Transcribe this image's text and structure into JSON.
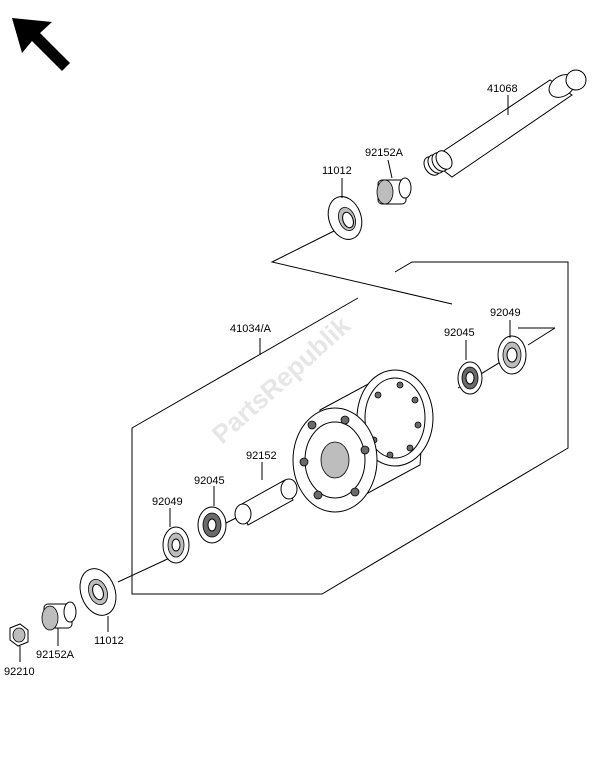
{
  "watermark": "PartsRepublik",
  "parts": {
    "axle": "41068",
    "collar_top": "92152A",
    "cap_top": "11012",
    "hub_assembly": "41034/A",
    "bearing_right": "92045",
    "seal_right": "92049",
    "inner_spacer": "92152",
    "bearing_left": "92045",
    "seal_left": "92049",
    "cap_bottom": "11012",
    "collar_bottom": "92152A",
    "nut": "92210"
  }
}
